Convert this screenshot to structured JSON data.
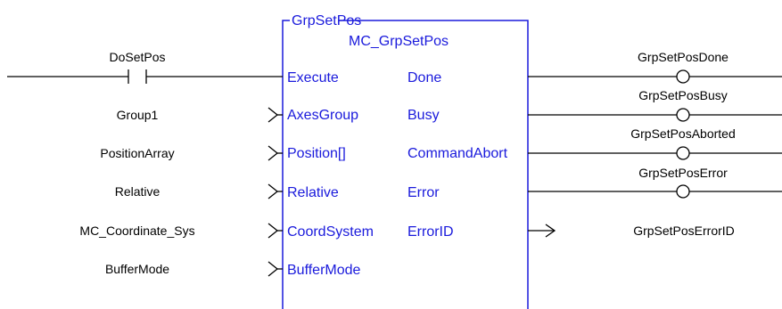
{
  "block": {
    "instance_name": "GrpSetPos",
    "type_name": "MC_GrpSetPos",
    "inputs": [
      "Execute",
      "AxesGroup",
      "Position[]",
      "Relative",
      "CoordSystem",
      "BufferMode"
    ],
    "outputs": [
      "Done",
      "Busy",
      "CommandAbort",
      "Error",
      "ErrorID"
    ]
  },
  "input_contact": {
    "label": "DoSetPos"
  },
  "input_variables": [
    "Group1",
    "PositionArray",
    "Relative",
    "MC_Coordinate_Sys",
    "BufferMode"
  ],
  "output_coils": [
    "GrpSetPosDone",
    "GrpSetPosBusy",
    "GrpSetPosAborted",
    "GrpSetPosError"
  ],
  "output_variable": "GrpSetPosErrorID",
  "colors": {
    "pin_text": "#1a1adc",
    "block_border": "#1a1adc",
    "wire": "#000000"
  }
}
